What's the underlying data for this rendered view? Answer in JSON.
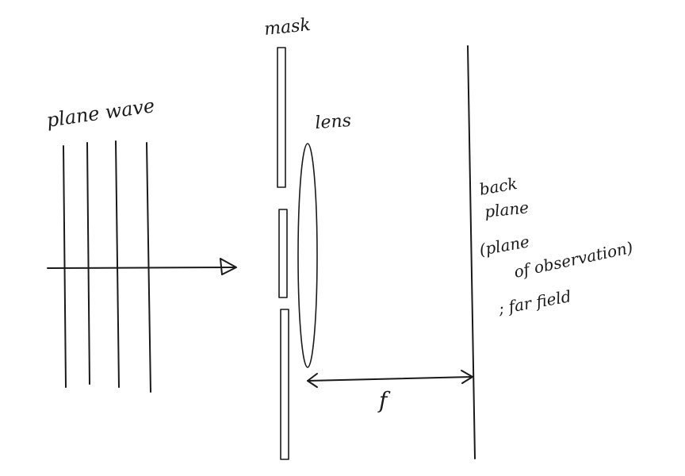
{
  "labels": {
    "plane_wave": "plane wave",
    "mask": "mask",
    "lens": "lens",
    "back_line1": "back",
    "back_line2": "plane",
    "back_line3": "(plane",
    "back_line4": "of observation)",
    "back_line5": "; far field",
    "focal_length": "f"
  }
}
